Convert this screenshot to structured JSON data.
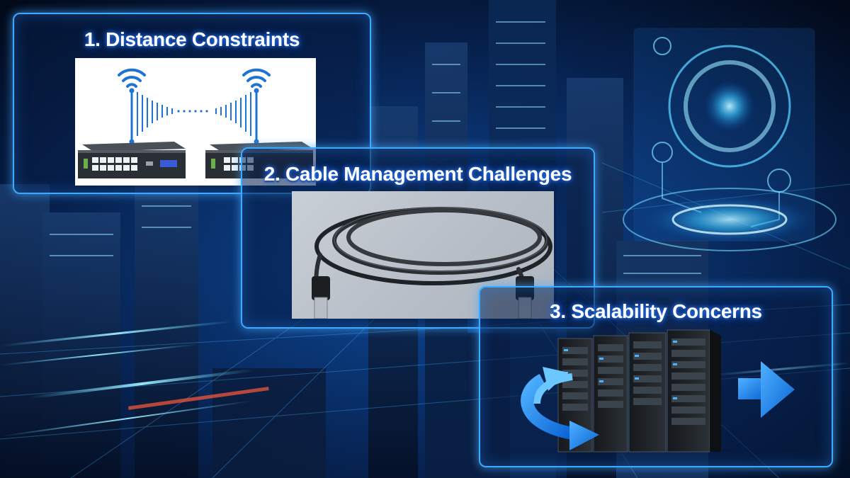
{
  "panels": [
    {
      "title": "1. Distance Constraints",
      "illustration": "network-switches-wireless-link"
    },
    {
      "title": "2. Cable Management Challenges",
      "illustration": "coiled-dac-cable"
    },
    {
      "title": "3. Scalability Concerns",
      "illustration": "server-racks-with-arrows"
    }
  ],
  "colors": {
    "glow": "#3fa9ff",
    "wifi_blue": "#1e73d8",
    "arrow_blue": "#1e88ff",
    "background": "#041026"
  }
}
